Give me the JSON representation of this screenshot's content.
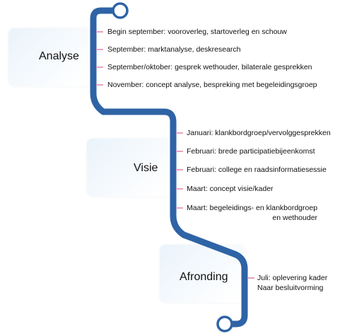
{
  "phases": [
    {
      "label": "Analyse",
      "steps": [
        {
          "text": "Begin september: vooroverleg, startoverleg en schouw"
        },
        {
          "text": "September: marktanalyse, deskresearch"
        },
        {
          "text": "September/oktober: gesprek wethouder, bilaterale gesprekken"
        },
        {
          "text": "November: concept analyse, bespreking met begeleidingsgroep"
        }
      ]
    },
    {
      "label": "Visie",
      "steps": [
        {
          "text": "Januari: klankbordgroep/vervolggesprekken"
        },
        {
          "text": "Februari: brede participatiebijeenkomst"
        },
        {
          "text": "Februari: college en raadsinformatiesessie"
        },
        {
          "text": "Maart: concept visie/kader"
        },
        {
          "text": "Maart: begeleidings- en klankbordgroep",
          "text2": "en wethouder"
        }
      ]
    },
    {
      "label": "Afronding",
      "steps": [
        {
          "text": "Juli: oplevering kader",
          "text2": "Naar besluitvorming"
        }
      ]
    }
  ],
  "colors": {
    "path": "#2e63a6",
    "tick": "#e7a3c3",
    "box": "#eaf3fb"
  }
}
